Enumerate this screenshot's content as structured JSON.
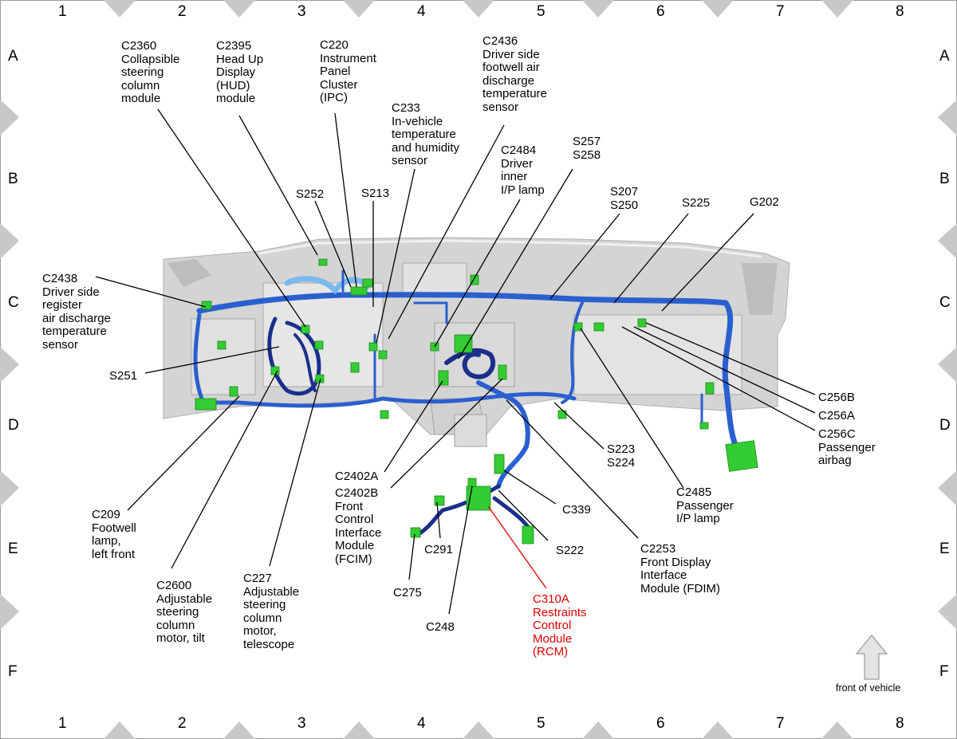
{
  "grid": {
    "columns": [
      "1",
      "2",
      "3",
      "4",
      "5",
      "6",
      "7",
      "8"
    ],
    "rows": [
      "A",
      "B",
      "C",
      "D",
      "E",
      "F"
    ]
  },
  "labels": [
    {
      "id": "c2360",
      "text": "C2360\nCollapsible\nsteering\ncolumn\nmodule"
    },
    {
      "id": "c2395",
      "text": "C2395\nHead Up\nDisplay\n(HUD)\nmodule"
    },
    {
      "id": "c220",
      "text": "C220\nInstrument\nPanel\nCluster\n(IPC)"
    },
    {
      "id": "c2436",
      "text": "C2436\nDriver side\nfootwell air\ndischarge\ntemperature\nsensor"
    },
    {
      "id": "c233",
      "text": "C233\nIn-vehicle\ntemperature\nand humidity\nsensor"
    },
    {
      "id": "c2484",
      "text": "C2484\nDriver\ninner\nI/P lamp"
    },
    {
      "id": "s257",
      "text": "S257\nS258"
    },
    {
      "id": "s252",
      "text": "S252"
    },
    {
      "id": "s213",
      "text": "S213"
    },
    {
      "id": "s207",
      "text": "S207\nS250"
    },
    {
      "id": "s225",
      "text": "S225"
    },
    {
      "id": "g202",
      "text": "G202"
    },
    {
      "id": "c2438",
      "text": "C2438\nDriver side\nregister\nair discharge\ntemperature\nsensor"
    },
    {
      "id": "s251",
      "text": "S251"
    },
    {
      "id": "c256b",
      "text": "C256B"
    },
    {
      "id": "c256a",
      "text": "C256A"
    },
    {
      "id": "c256c",
      "text": "C256C\nPassenger\nairbag"
    },
    {
      "id": "s223",
      "text": "S223\nS224"
    },
    {
      "id": "c2402a",
      "text": "C2402A"
    },
    {
      "id": "c2402b",
      "text": "C2402B\nFront\nControl\nInterface\nModule\n(FCIM)"
    },
    {
      "id": "c209",
      "text": "C209\nFootwell\nlamp,\nleft front"
    },
    {
      "id": "c2600",
      "text": "C2600\nAdjustable\nsteering\ncolumn\nmotor, tilt"
    },
    {
      "id": "c227",
      "text": "C227\nAdjustable\nsteering\ncolumn\nmotor,\ntelescope"
    },
    {
      "id": "c339",
      "text": "C339"
    },
    {
      "id": "c2485",
      "text": "C2485\nPassenger\nI/P lamp"
    },
    {
      "id": "c291",
      "text": "C291"
    },
    {
      "id": "s222",
      "text": "S222"
    },
    {
      "id": "c2253",
      "text": "C2253\nFront Display\nInterface\nModule (FDIM)"
    },
    {
      "id": "c275",
      "text": "C275"
    },
    {
      "id": "c248",
      "text": "C248"
    },
    {
      "id": "c310a",
      "text": "C310A\nRestraints\nControl\nModule\n(RCM)",
      "highlight": true
    }
  ],
  "front_note": "front of vehicle",
  "colors": {
    "harness": "#2a5fcf",
    "harness_dark": "#1a2f8a",
    "connector": "#33cc33",
    "panel": "#c9c9c9",
    "highlight": "#e00000",
    "border_triangle": "#c8c8c8"
  }
}
